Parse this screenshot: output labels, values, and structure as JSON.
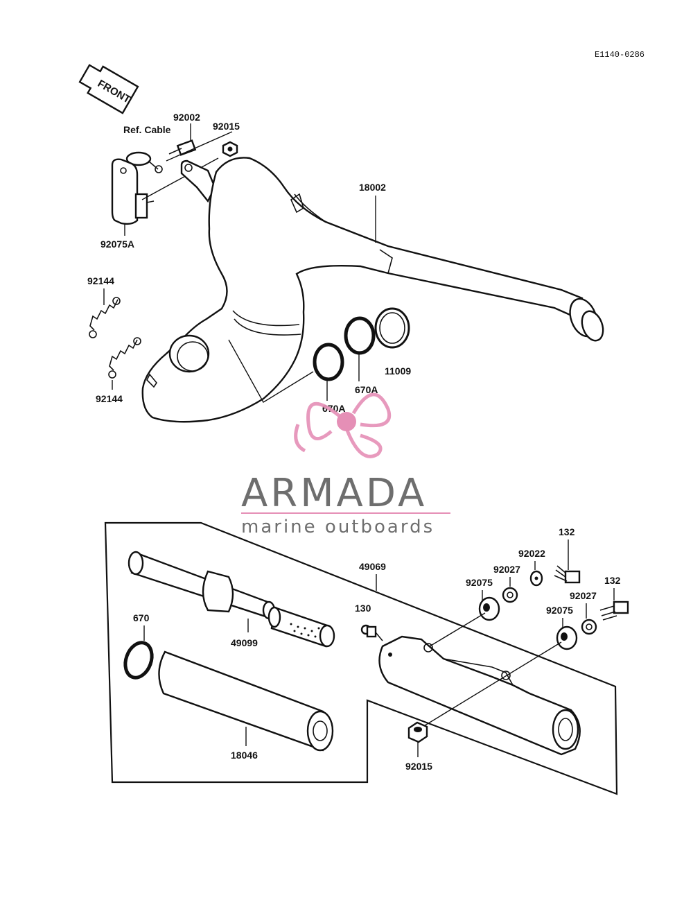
{
  "diagram": {
    "reference_code": "E1140-0286",
    "front_arrow_label": "FRONT",
    "ref_cable_label": "Ref. Cable",
    "callouts": {
      "p92002": "92002",
      "p92015_top": "92015",
      "p92075A": "92075A",
      "p18002": "18002",
      "p92144_a": "92144",
      "p92144_b": "92144",
      "p11009": "11009",
      "p670A_a": "670A",
      "p670A_b": "670A",
      "p49069": "49069",
      "p132_a": "132",
      "p92022": "92022",
      "p92027_a": "92027",
      "p92075_a": "92075",
      "p132_b": "132",
      "p92027_b": "92027",
      "p92075_b": "92075",
      "p130": "130",
      "p670": "670",
      "p49099": "49099",
      "p18046": "18046",
      "p92015_bottom": "92015"
    }
  },
  "watermark": {
    "brand": "ARMADA",
    "tagline": "marine outboards",
    "accent_color": "#e58fb6",
    "text_color": "#6e6e6e"
  }
}
